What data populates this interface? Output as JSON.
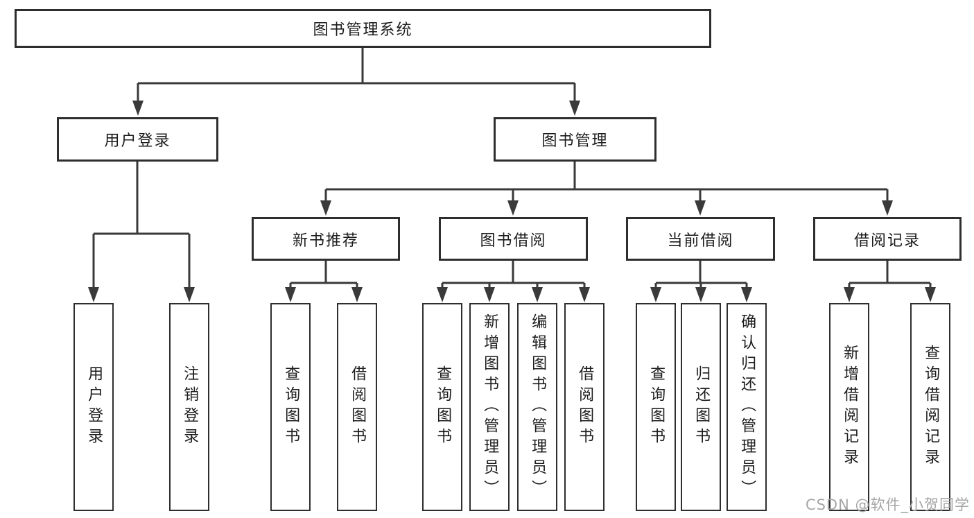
{
  "tree": {
    "label": "图书管理系统",
    "children": [
      {
        "label": "用户登录",
        "children": [
          {
            "label": "用户登录"
          },
          {
            "label": "注销登录"
          }
        ]
      },
      {
        "label": "图书管理",
        "children": [
          {
            "label": "新书推荐",
            "children": [
              {
                "label": "查询图书"
              },
              {
                "label": "借阅图书"
              }
            ]
          },
          {
            "label": "图书借阅",
            "children": [
              {
                "label": "查询图书"
              },
              {
                "label": "新增图书（管理员）"
              },
              {
                "label": "编辑图书（管理员）"
              },
              {
                "label": "借阅图书"
              }
            ]
          },
          {
            "label": "当前借阅",
            "children": [
              {
                "label": "查询图书"
              },
              {
                "label": "归还图书"
              },
              {
                "label": "确认归还（管理员）"
              }
            ]
          },
          {
            "label": "借阅记录",
            "children": [
              {
                "label": "新增借阅记录"
              },
              {
                "label": "查询借阅记录"
              }
            ]
          }
        ]
      }
    ]
  },
  "watermark": "CSDN @软件_小贺同学",
  "colors": {
    "line": "#3a3a3a",
    "border": "#2e2e2e",
    "text": "#1c1c1c",
    "watermark": "#a6a6a6",
    "bg": "#ffffff"
  }
}
